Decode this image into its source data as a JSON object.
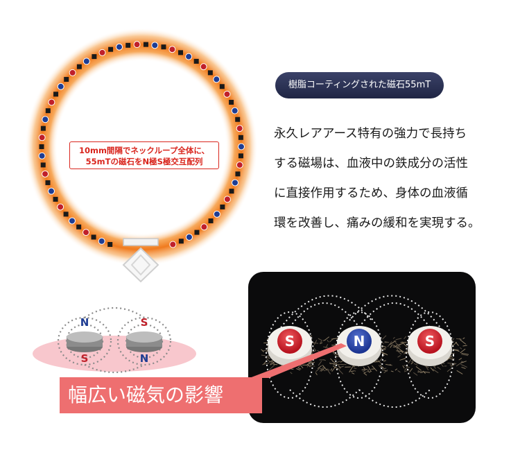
{
  "callout": {
    "line1": "10mm間隔でネックループ全体に、",
    "line2": "55mTの磁石をN極S極交互配列"
  },
  "coating_label": "樹脂コーティングされた磁石55mT",
  "description": {
    "lines": [
      "永久レアアース特有の強力で長持ち",
      "する磁場は、血液中の鉄成分の活性",
      "に直接作用するため、身体の血液循",
      "環を改善し、痛みの緩和を実現する。"
    ]
  },
  "banner": "幅広い磁気の影響",
  "magnet_labels": {
    "left_top": "N",
    "left_bottom": "S",
    "right_top": "S",
    "right_bottom": "N"
  },
  "photo_labels": {
    "left": "S",
    "center": "N",
    "right": "S"
  },
  "colors": {
    "north": "#1f3d93",
    "south": "#c0202a",
    "glow": "#f08a2a",
    "banner": "#ee6f70",
    "pill": "#2a3052"
  }
}
